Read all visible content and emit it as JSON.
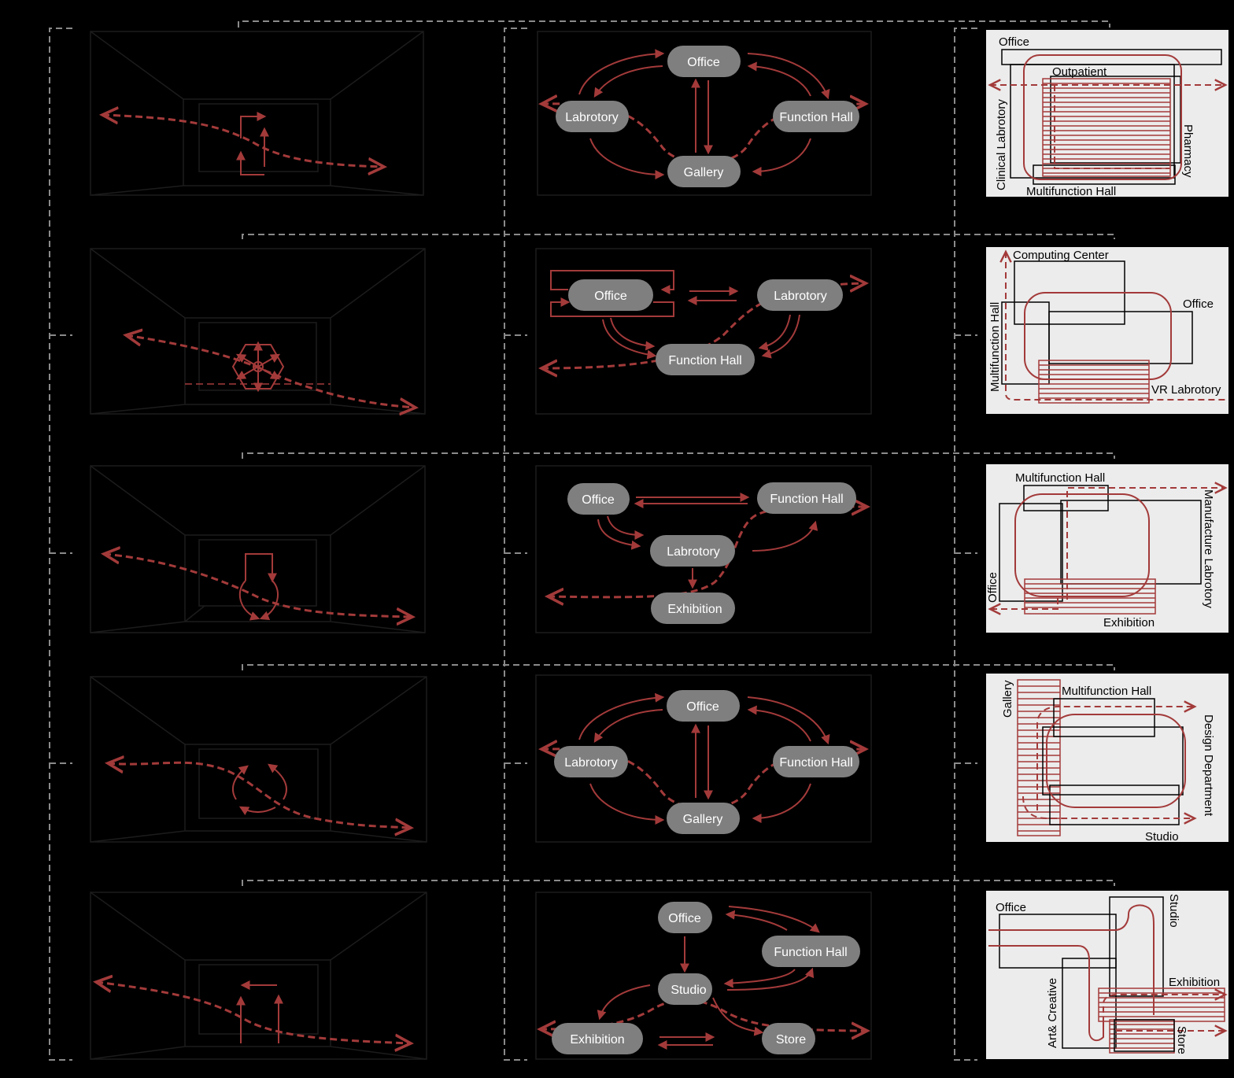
{
  "colors": {
    "background": "#000000",
    "accent_red": "#a33a3a",
    "pill_grey": "#7f7f7f",
    "plan_bg": "#ececec",
    "guide_grey": "#8a8a8a"
  },
  "rows": [
    {
      "nodes": [
        "Office",
        "Labrotory",
        "Function Hall",
        "Gallery"
      ],
      "plan_labels": [
        "Office",
        "Outpatient",
        "Clinical Labrotory",
        "Pharmacy",
        "Multifunction Hall"
      ]
    },
    {
      "nodes": [
        "Office",
        "Labrotory",
        "Function Hall"
      ],
      "plan_labels": [
        "Computing Center",
        "Office",
        "Multifunction Hall",
        "VR Labrotory"
      ]
    },
    {
      "nodes": [
        "Office",
        "Function Hall",
        "Labrotory",
        "Exhibition"
      ],
      "plan_labels": [
        "Multifunction Hall",
        "Manufacture Labrotory",
        "Office",
        "Exhibition"
      ]
    },
    {
      "nodes": [
        "Office",
        "Labrotory",
        "Function Hall",
        "Gallery"
      ],
      "plan_labels": [
        "Gallery",
        "Multifunction Hall",
        "Design Department",
        "Studio"
      ]
    },
    {
      "nodes": [
        "Office",
        "Function Hall",
        "Studio",
        "Exhibition",
        "Store"
      ],
      "plan_labels": [
        "Office",
        "Studio",
        "Exhibition",
        "Art& Creative",
        "Store"
      ]
    }
  ]
}
